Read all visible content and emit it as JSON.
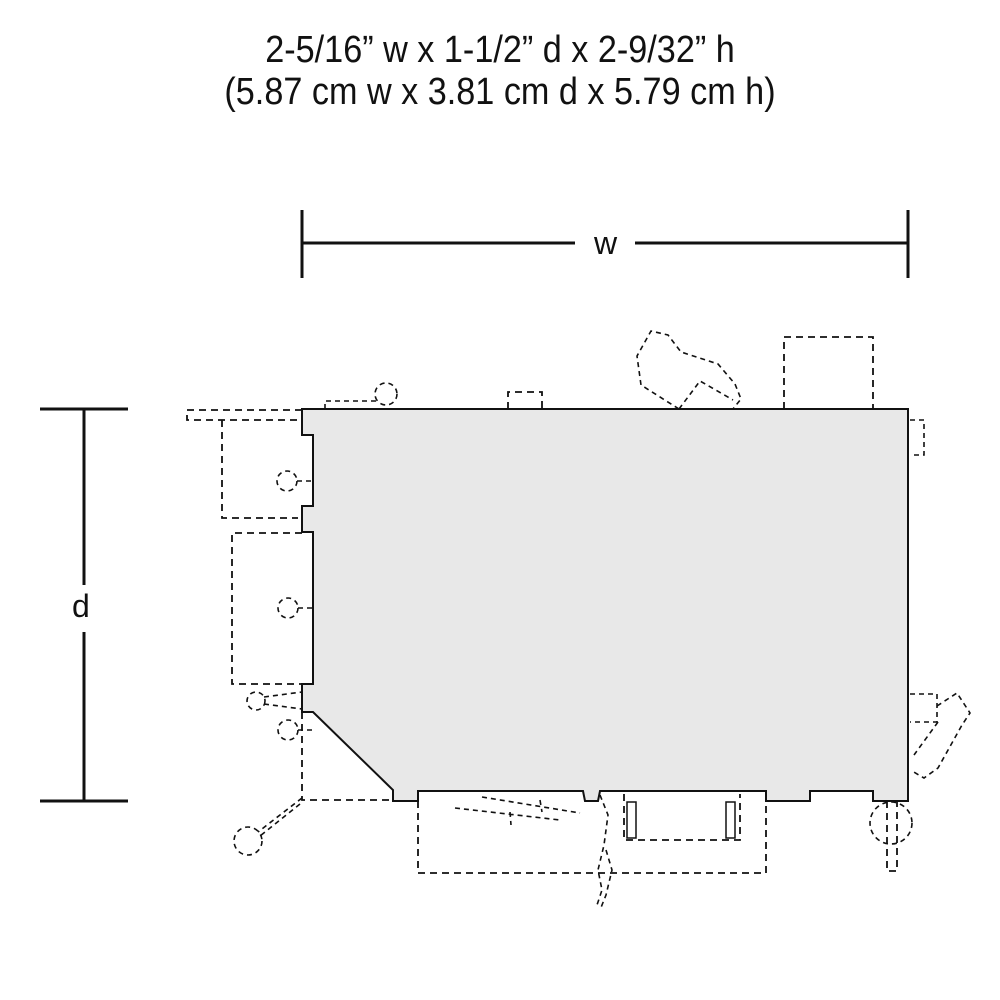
{
  "dimensions": {
    "imperial": "2-5/16” w x 1-1/2” d x 2-9/32” h",
    "metric": "(5.87 cm w x 3.81 cm d x 5.79 cm h)"
  },
  "labels": {
    "width": "w",
    "depth": "d"
  },
  "colors": {
    "body_fill": "#e8e8e8",
    "stroke": "#111111"
  }
}
